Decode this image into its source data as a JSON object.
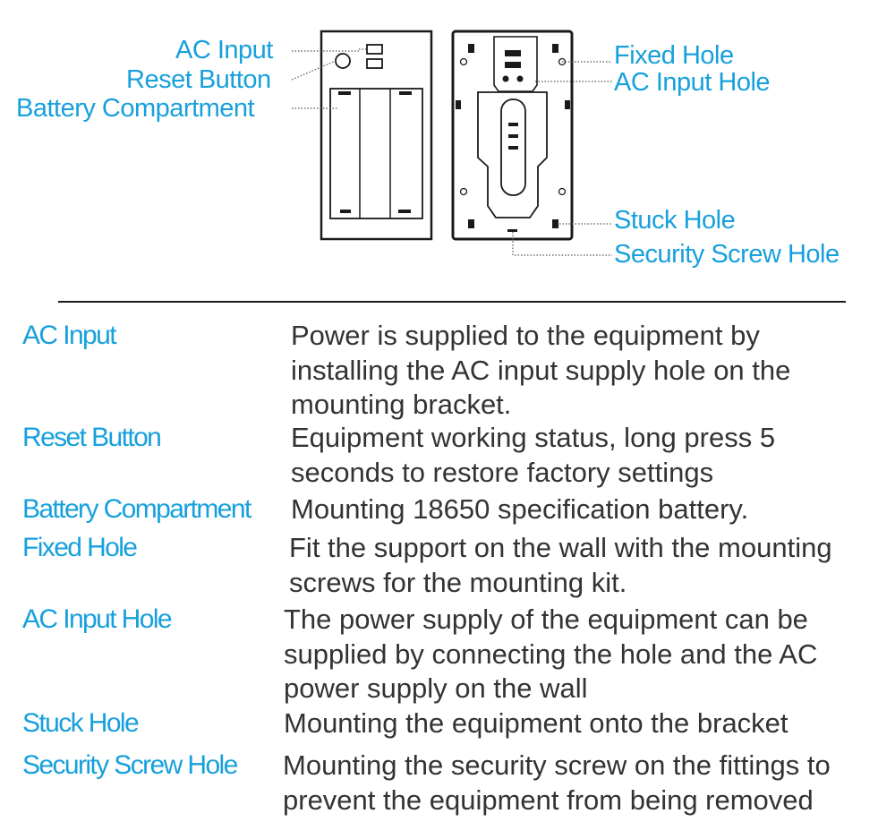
{
  "callouts": {
    "ac_input": "AC Input",
    "reset_button": "Reset Button",
    "battery_compartment": "Battery Compartment",
    "fixed_hole": "Fixed Hole",
    "ac_input_hole": "AC Input Hole",
    "stuck_hole": "Stuck Hole",
    "security_screw_hole": "Security Screw Hole"
  },
  "glossary": [
    {
      "term": "AC Input",
      "description": "Power is supplied to the equipment by\ninstalling the AC input supply hole on the\nmounting bracket."
    },
    {
      "term": "Reset Button",
      "description": "Equipment working status, long press 5\nseconds to restore factory settings"
    },
    {
      "term": "Battery Compartment",
      "description": "Mounting 18650 specification battery."
    },
    {
      "term": "Fixed Hole",
      "description": "Fit the support on the wall with the mounting\nscrews for the mounting kit."
    },
    {
      "term": "AC Input Hole",
      "description": "The power supply of the equipment can be\nsupplied by connecting the hole and the AC\npower supply on the wall"
    },
    {
      "term": "Stuck Hole",
      "description": "Mounting the equipment onto the bracket"
    },
    {
      "term": "Security Screw Hole",
      "description": "Mounting the security screw on the fittings to\nprevent the equipment from being removed"
    }
  ],
  "colors": {
    "accent": "#17a0dc",
    "body_text": "#333333",
    "line": "#1a1a1a"
  }
}
